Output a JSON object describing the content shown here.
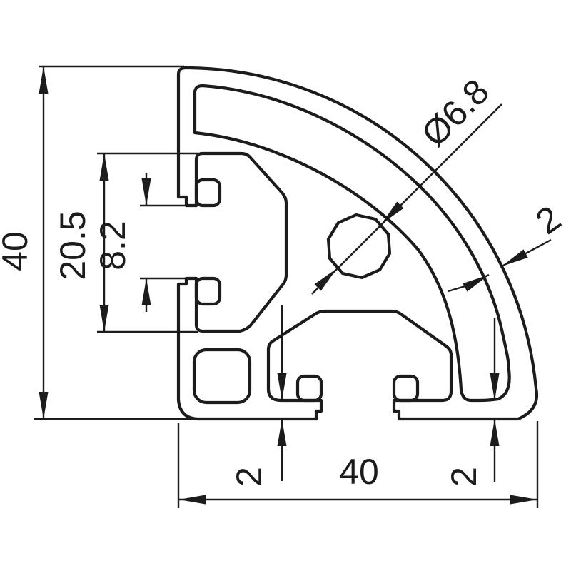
{
  "drawing": {
    "background": "#ffffff",
    "line_color": "#1c1c1c",
    "dimensions": {
      "overall_height": "40",
      "overall_width": "40",
      "slot_cavity_depth": "20.5",
      "slot_opening": "8.2",
      "core_hole_diameter": "Ø6.8",
      "wall_thickness_arc": "2",
      "wall_thickness_bottom_left": "2",
      "wall_thickness_bottom_right": "2"
    }
  }
}
